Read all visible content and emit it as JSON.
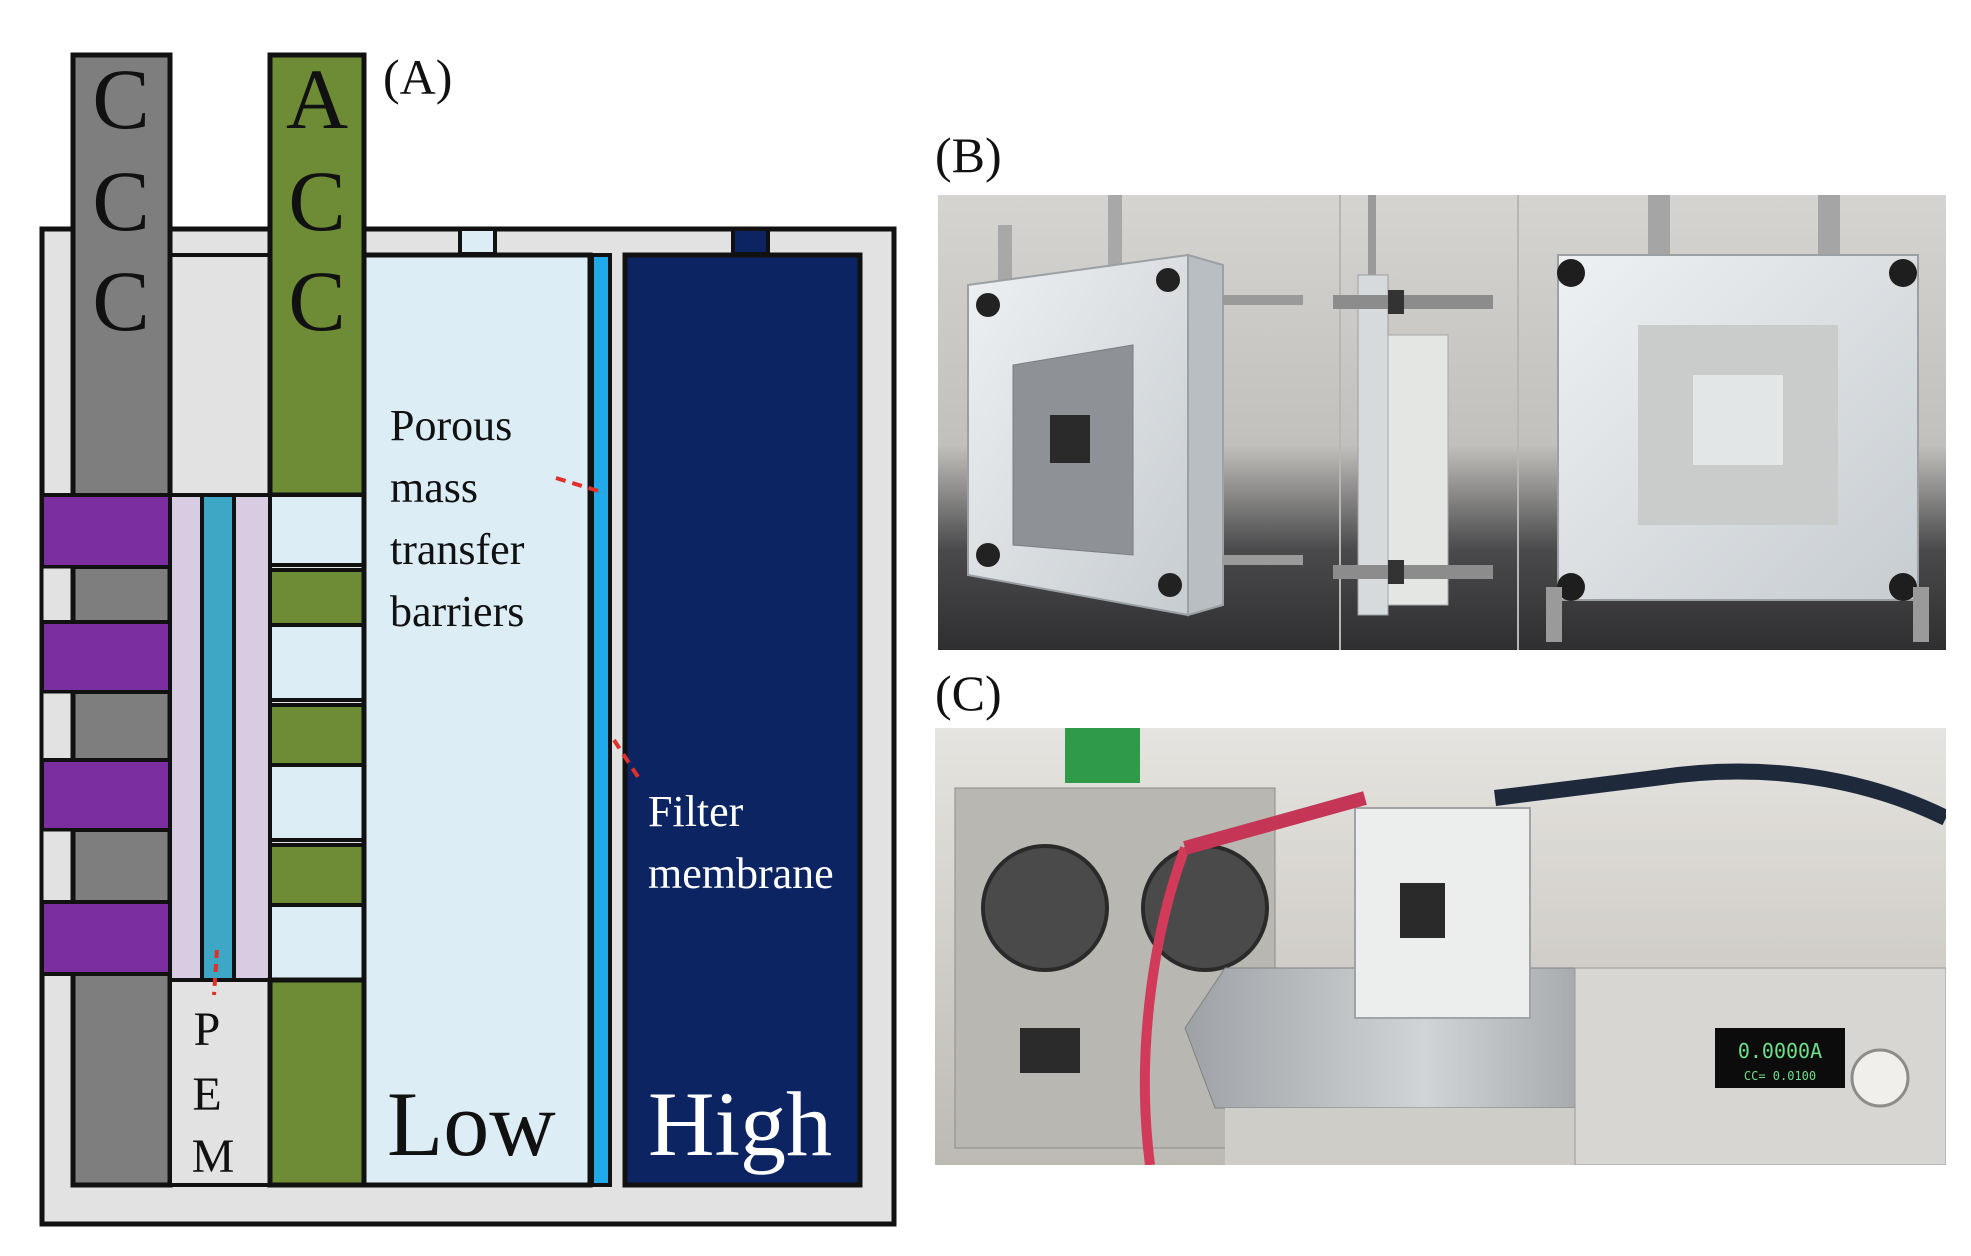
{
  "figure": {
    "panel_a": {
      "label": "(A)",
      "cathode_collector_letters": [
        "C",
        "C",
        "C"
      ],
      "anode_collector_letters": [
        "A",
        "C",
        "C"
      ],
      "pem_letters": [
        "P",
        "E",
        "M"
      ],
      "porous_label_lines": [
        "Porous",
        "mass",
        "transfer",
        "barriers"
      ],
      "filter_label_lines": [
        "Filter",
        "membrane"
      ],
      "low_label": "Low",
      "high_label": "High",
      "colors": {
        "outer_frame": "#e2e2e2",
        "cathode_gray": "#7e7e7e",
        "anode_green": "#6e8c35",
        "catalyst_purple": "#7a2ea0",
        "pem_lavender": "#d8cce3",
        "pem_blue": "#3ea7c5",
        "low_chamber": "#dcedf5",
        "filter_blue": "#22a9ea",
        "high_chamber": "#0c2562",
        "leader_red": "#e0302a"
      }
    },
    "panel_b": {
      "label": "(B)"
    },
    "panel_c": {
      "label": "(C)",
      "display_main": "0.0000A",
      "display_sub": "CC= 0.0100"
    }
  }
}
